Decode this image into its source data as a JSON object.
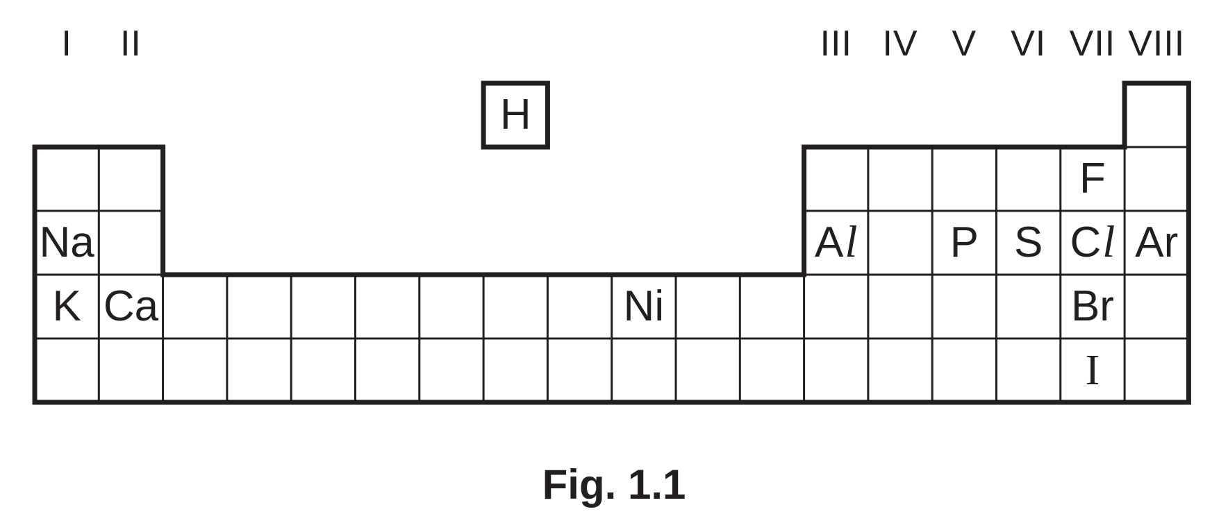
{
  "figure": {
    "caption": "Fig. 1.1",
    "ink_color": "#231f20",
    "background_color": "#ffffff"
  },
  "group_labels": [
    {
      "numeral": "I",
      "column": 1
    },
    {
      "numeral": "II",
      "column": 2
    },
    {
      "numeral": "III",
      "column": 13
    },
    {
      "numeral": "IV",
      "column": 14
    },
    {
      "numeral": "V",
      "column": 15
    },
    {
      "numeral": "VI",
      "column": 16
    },
    {
      "numeral": "VII",
      "column": 17
    },
    {
      "numeral": "VIII",
      "column": 18
    }
  ],
  "table": {
    "columns": 18,
    "rows": 5,
    "blocks": [
      {
        "name": "hydrogen-box",
        "row_start": 0,
        "row_end": 0,
        "col_start": 8,
        "col_end": 8
      },
      {
        "name": "noble-gas-top-cell",
        "row_start": 0,
        "row_end": 0,
        "col_start": 18,
        "col_end": 18
      },
      {
        "name": "left-block",
        "row_start": 1,
        "row_end": 2,
        "col_start": 1,
        "col_end": 2
      },
      {
        "name": "right-block",
        "row_start": 1,
        "row_end": 2,
        "col_start": 13,
        "col_end": 18
      },
      {
        "name": "long-block",
        "row_start": 3,
        "row_end": 4,
        "col_start": 1,
        "col_end": 18
      }
    ],
    "elements": [
      {
        "symbol": "H",
        "row": 0,
        "col": 8,
        "parts": [
          {
            "text": "H",
            "style": "sans"
          }
        ]
      },
      {
        "symbol": "F",
        "row": 1,
        "col": 17,
        "parts": [
          {
            "text": "F",
            "style": "sans"
          }
        ]
      },
      {
        "symbol": "Na",
        "row": 2,
        "col": 1,
        "parts": [
          {
            "text": "Na",
            "style": "sans"
          }
        ]
      },
      {
        "symbol": "Al",
        "row": 2,
        "col": 13,
        "parts": [
          {
            "text": "A",
            "style": "sans"
          },
          {
            "text": "l",
            "style": "script-ell"
          }
        ]
      },
      {
        "symbol": "P",
        "row": 2,
        "col": 15,
        "parts": [
          {
            "text": "P",
            "style": "sans"
          }
        ]
      },
      {
        "symbol": "S",
        "row": 2,
        "col": 16,
        "parts": [
          {
            "text": "S",
            "style": "sans"
          }
        ]
      },
      {
        "symbol": "Cl",
        "row": 2,
        "col": 17,
        "parts": [
          {
            "text": "C",
            "style": "sans"
          },
          {
            "text": "l",
            "style": "script-ell"
          }
        ]
      },
      {
        "symbol": "Ar",
        "row": 2,
        "col": 18,
        "parts": [
          {
            "text": "Ar",
            "style": "sans"
          }
        ]
      },
      {
        "symbol": "K",
        "row": 3,
        "col": 1,
        "parts": [
          {
            "text": "K",
            "style": "sans"
          }
        ]
      },
      {
        "symbol": "Ca",
        "row": 3,
        "col": 2,
        "parts": [
          {
            "text": "Ca",
            "style": "sans"
          }
        ]
      },
      {
        "symbol": "Ni",
        "row": 3,
        "col": 10,
        "parts": [
          {
            "text": "Ni",
            "style": "sans"
          }
        ]
      },
      {
        "symbol": "Br",
        "row": 3,
        "col": 17,
        "parts": [
          {
            "text": "Br",
            "style": "sans"
          }
        ]
      },
      {
        "symbol": "I",
        "row": 4,
        "col": 17,
        "parts": [
          {
            "text": "I",
            "style": "serif"
          }
        ]
      }
    ]
  }
}
